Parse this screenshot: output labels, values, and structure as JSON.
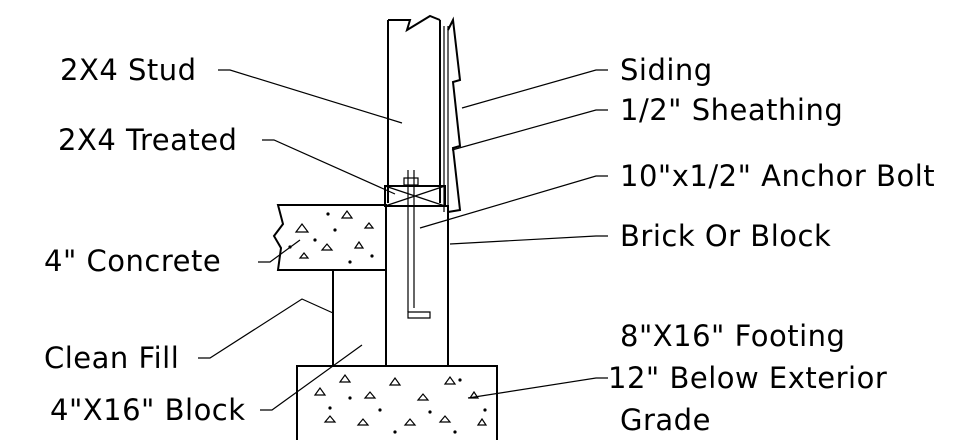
{
  "labels": {
    "stud": "2X4 Stud",
    "treated": "2X4 Treated",
    "concrete": "4\" Concrete",
    "clean_fill": "Clean Fill",
    "block": "4\"X16\" Block",
    "siding": "Siding",
    "sheathing": "1/2\" Sheathing",
    "anchor_bolt": "10\"x1/2\" Anchor Bolt",
    "brick": "Brick Or Block",
    "footing_1": "8\"X16\" Footing",
    "footing_2": "12\" Below Exterior",
    "footing_3": "Grade"
  }
}
